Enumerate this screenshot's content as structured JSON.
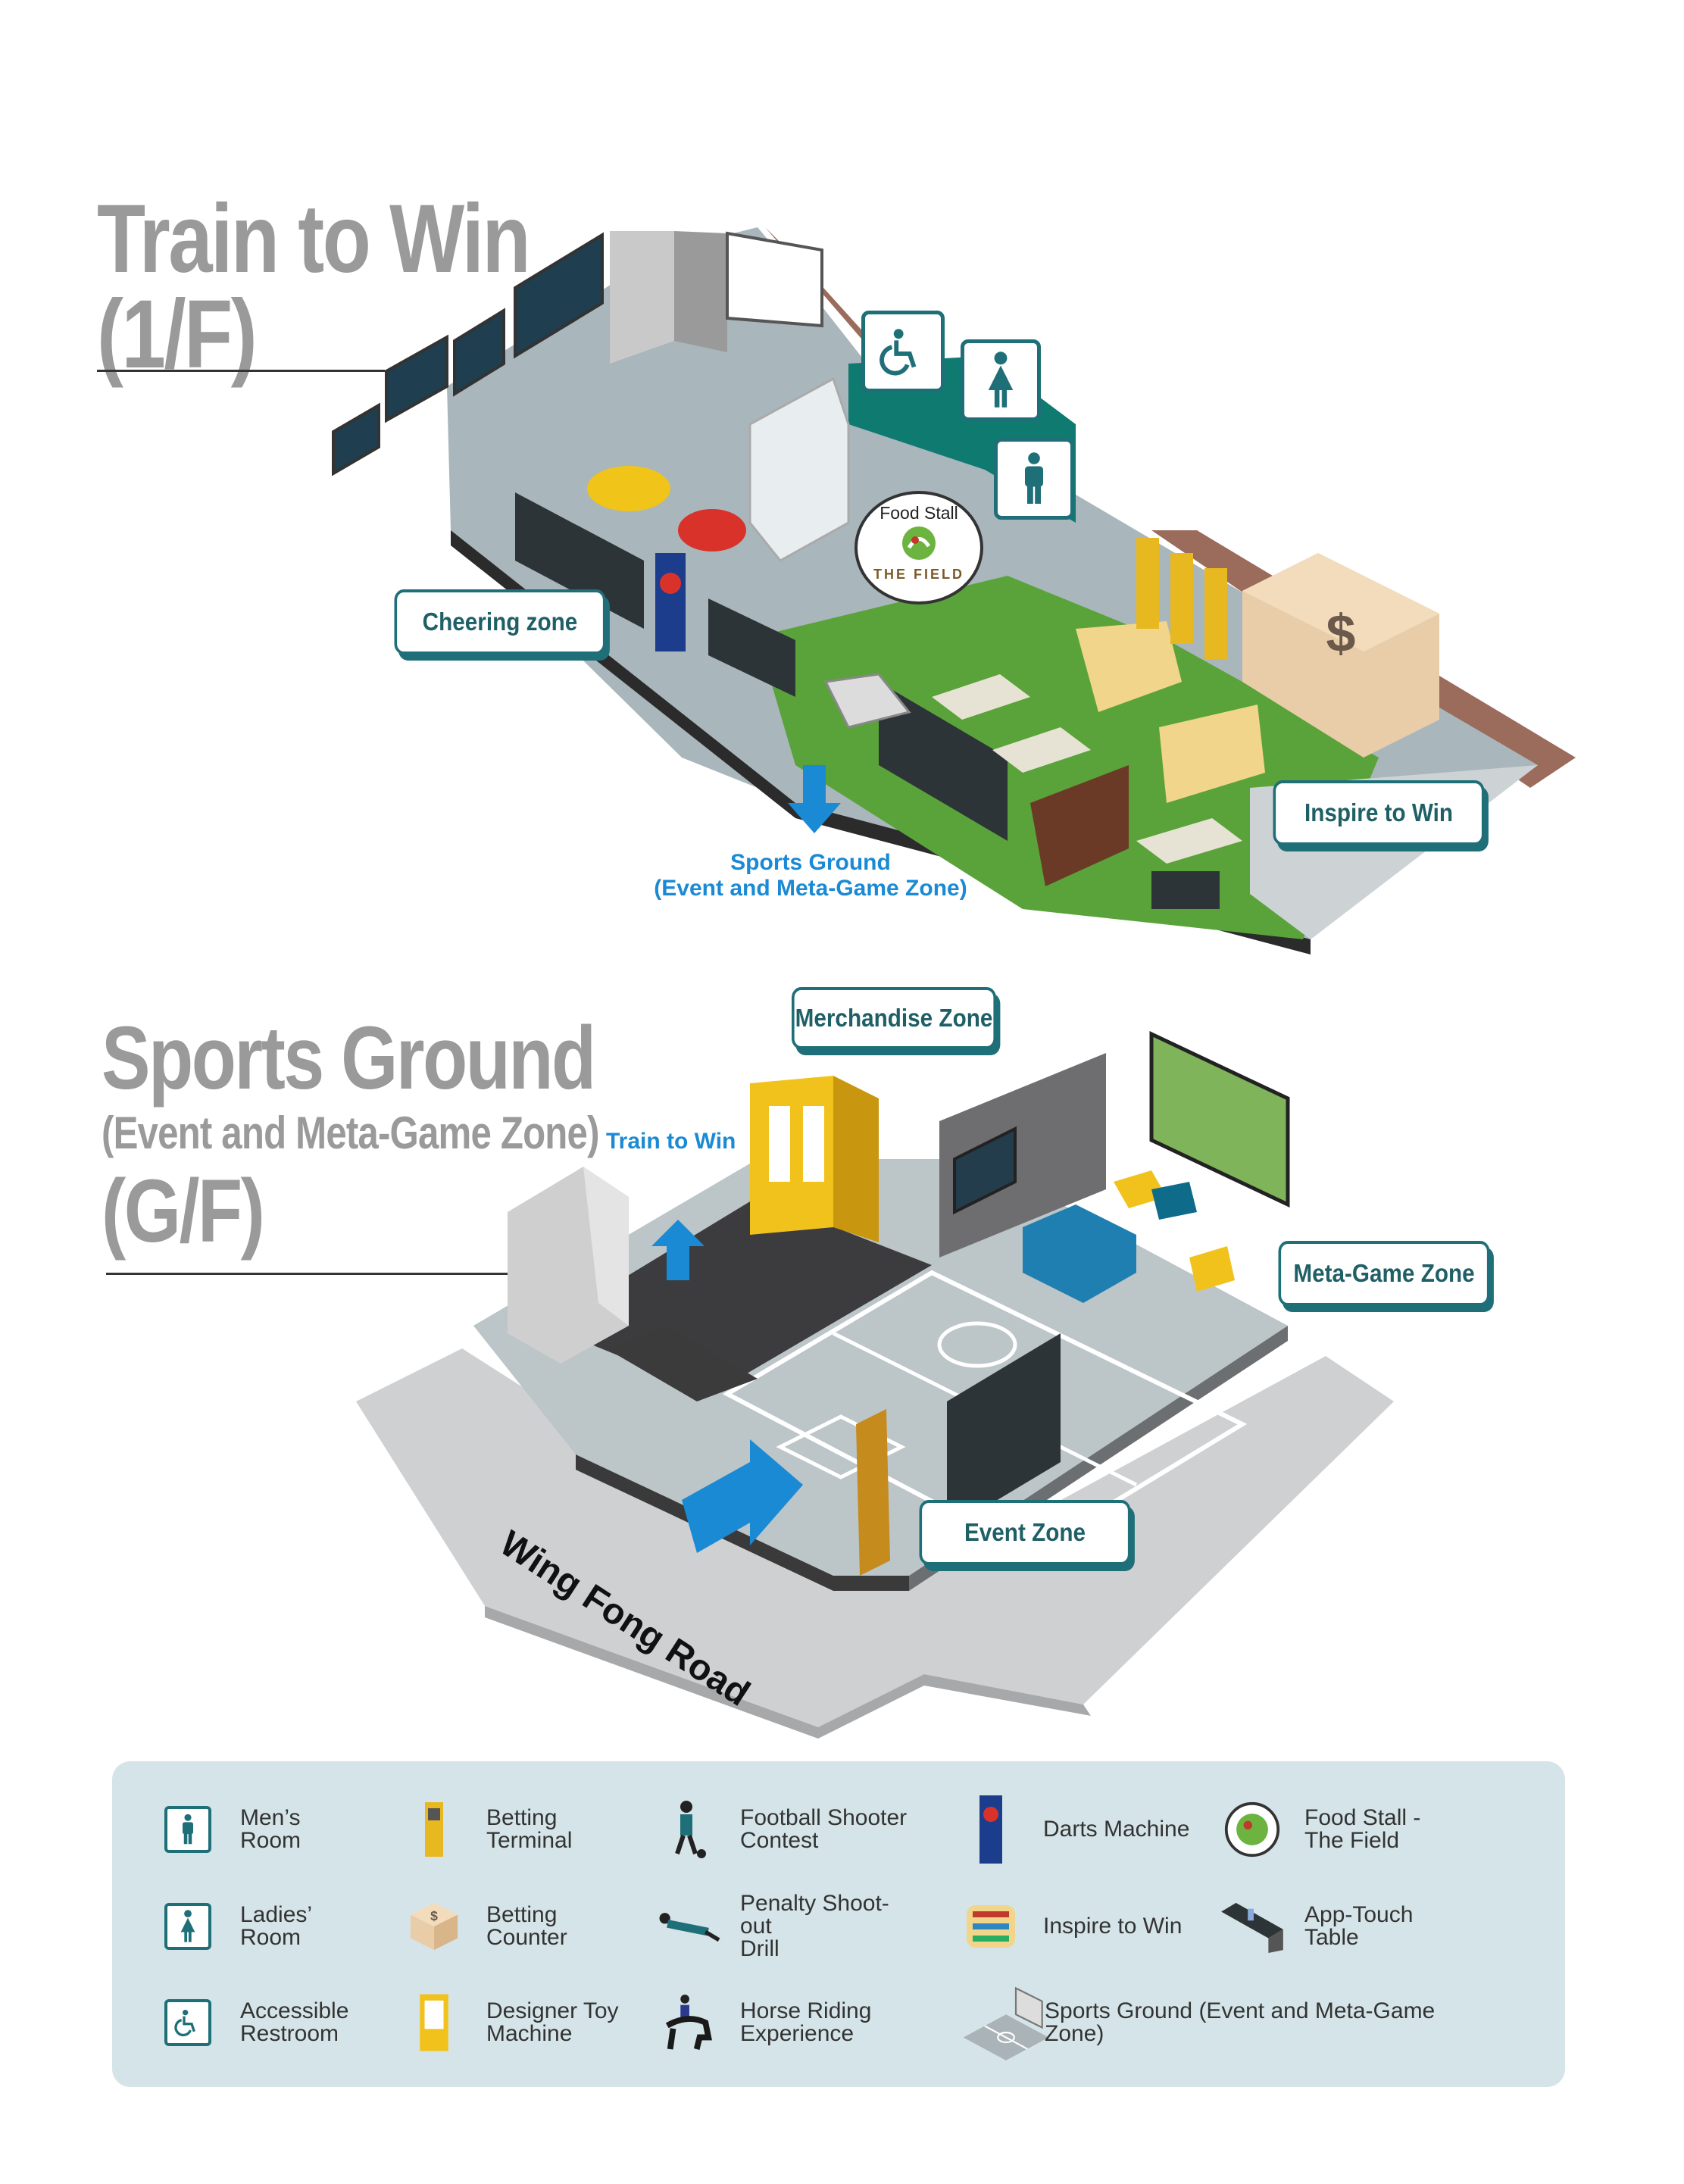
{
  "floor1": {
    "title_line1": "Train to Win",
    "title_line2": "(1/F)",
    "zones": {
      "cheering": "Cheering zone",
      "inspire": "Inspire to Win"
    },
    "food_stall": {
      "line1": "Food Stall",
      "line2": "THE FIELD"
    },
    "stairs_down": {
      "line1": "Sports Ground",
      "line2": "(Event and Meta-Game Zone)"
    }
  },
  "ground": {
    "title_line1": "Sports Ground",
    "title_line2": "(Event and Meta-Game Zone)",
    "title_line3": "(G/F)",
    "stairs_up": "Train to Win",
    "road": "Wing Fong Road",
    "zones": {
      "merchandise": "Merchandise Zone",
      "meta_game": "Meta-Game Zone",
      "event": "Event Zone"
    }
  },
  "legend": {
    "items": [
      {
        "icon": "male-icon",
        "line1": "Men’s",
        "line2": "Room"
      },
      {
        "icon": "betting-terminal-icon",
        "line1": "Betting",
        "line2": "Terminal"
      },
      {
        "icon": "football-shooter-icon",
        "line1": "Football Shooter",
        "line2": "Contest"
      },
      {
        "icon": "darts-machine-icon",
        "line1": "Darts Machine",
        "line2": ""
      },
      {
        "icon": "food-stall-icon",
        "line1": "Food Stall -",
        "line2": "The Field"
      },
      {
        "icon": "female-icon",
        "line1": "Ladies’",
        "line2": "Room"
      },
      {
        "icon": "betting-counter-icon",
        "line1": "Betting",
        "line2": "Counter"
      },
      {
        "icon": "penalty-shootout-icon",
        "line1": "Penalty Shoot-out",
        "line2": "Drill"
      },
      {
        "icon": "inspire-to-win-icon",
        "line1": "Inspire to Win",
        "line2": ""
      },
      {
        "icon": "app-touch-table-icon",
        "line1": "App-Touch",
        "line2": "Table"
      },
      {
        "icon": "wheelchair-icon",
        "line1": "Accessible",
        "line2": "Restroom"
      },
      {
        "icon": "designer-toy-icon",
        "line1": "Designer Toy",
        "line2": "Machine"
      },
      {
        "icon": "horse-riding-icon",
        "line1": "Horse Riding",
        "line2": "Experience"
      },
      {
        "icon": "sports-ground-icon",
        "line1": "Sports Ground (Event and Meta-Game Zone)",
        "line2": ""
      }
    ]
  },
  "colors": {
    "teal": "#1f6f78",
    "title_gray": "#9a9a9a",
    "floor_gray": "#a9b6bb",
    "grass": "#5aa33a",
    "legend_bg": "#d5e4e8",
    "arrow_blue": "#1a8ad4"
  }
}
